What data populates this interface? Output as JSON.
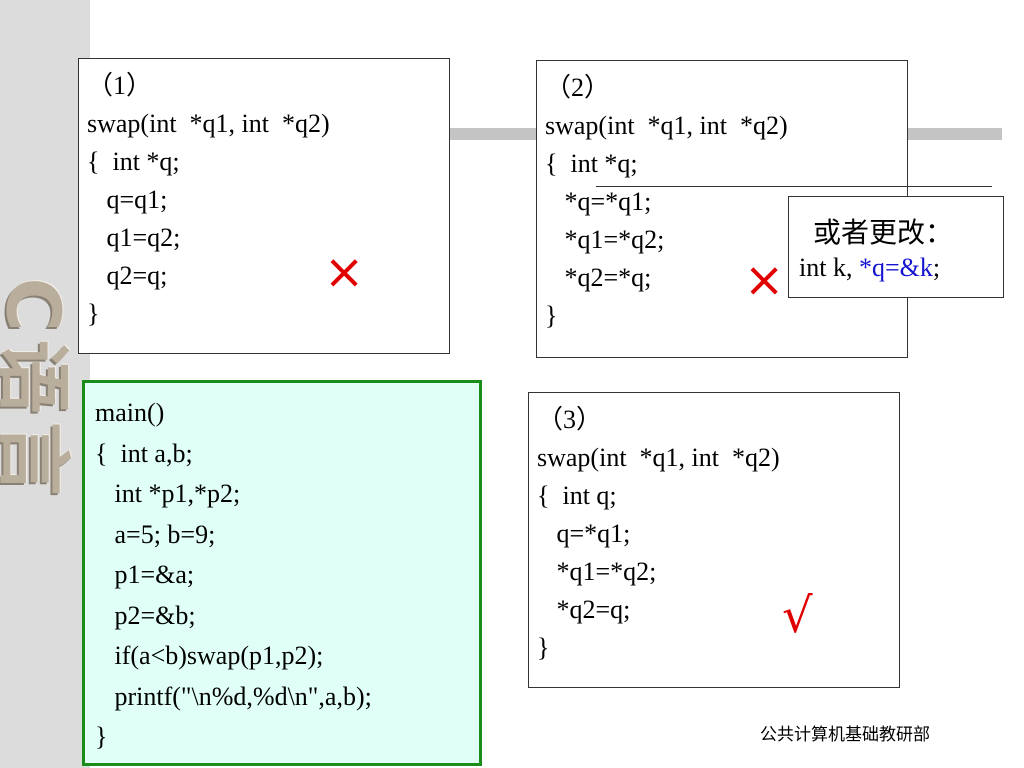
{
  "sidebar": {
    "watermark": "C语言"
  },
  "box1": {
    "lines": [
      "（1）",
      "swap(int  *q1, int  *q2)",
      "{  int *q;",
      "   q=q1;",
      "   q1=q2;",
      "   q2=q;",
      "}"
    ],
    "mark": "×"
  },
  "box2": {
    "lines": [
      "（2）",
      "swap(int  *q1, int  *q2)",
      "{  int *q;",
      "   *q=*q1;",
      "   *q1=*q2;",
      "   *q2=*q;",
      "}"
    ],
    "mark": "×"
  },
  "note": {
    "title": "或者更改：",
    "prefix": "int  k, ",
    "highlight": "*q=&k",
    "suffix": ";"
  },
  "box_main": {
    "lines": [
      "main()",
      "{  int a,b;",
      "   int *p1,*p2;",
      "   a=5; b=9;",
      "   p1=&a;",
      "   p2=&b;",
      "   if(a<b)swap(p1,p2);",
      "   printf(\"\\n%d,%d\\n\",a,b);",
      "}"
    ]
  },
  "box3": {
    "lines": [
      "（3）",
      "swap(int  *q1, int  *q2)",
      "{  int q;",
      "   q=*q1;",
      "   *q1=*q2;",
      "   *q2=q;",
      "}"
    ],
    "mark": "√"
  },
  "footer": "公共计算机基础教研部",
  "colors": {
    "wrong_mark": "#e00000",
    "right_mark": "#e00000",
    "highlight": "#1414d0",
    "main_bg": "#e0fff6",
    "main_border": "#1a8c1a"
  }
}
